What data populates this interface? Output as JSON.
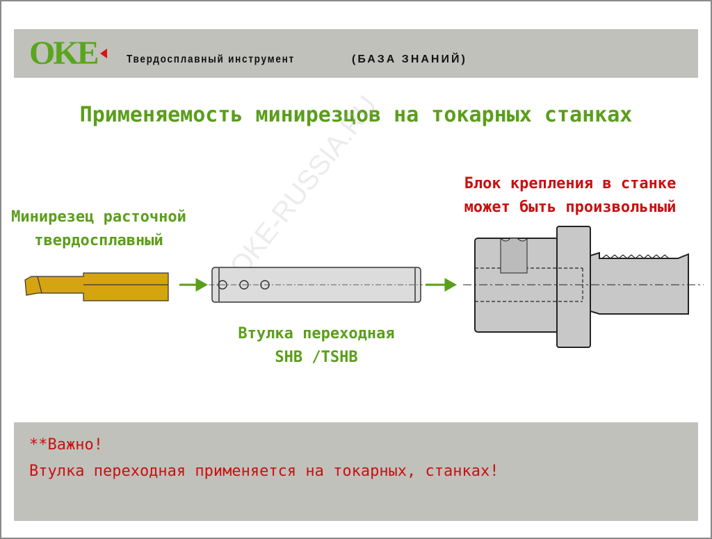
{
  "header": {
    "logo": "OKE",
    "subtitle": "Твердосплавный инструмент",
    "tag": "(БАЗА ЗНАНИЙ)"
  },
  "title": "Применяемость минирезцов на токарных станках",
  "labels": {
    "cutter": [
      "Минирезец расточной",
      "твердосплавный"
    ],
    "sleeve": [
      "Втулка переходная",
      "SHB /TSHB"
    ],
    "block": [
      "Блок крепления в станке",
      "может быть произвольный"
    ]
  },
  "note": {
    "line1": "**Важно!",
    "line2": "Втулка переходная применяется на токарных, станках!"
  },
  "watermark": "OKE-RUSSIA.RU",
  "colors": {
    "green": "#5a9e1a",
    "red": "#c81010",
    "gold": "#d4a50e",
    "panel": "#c0c1bb"
  }
}
